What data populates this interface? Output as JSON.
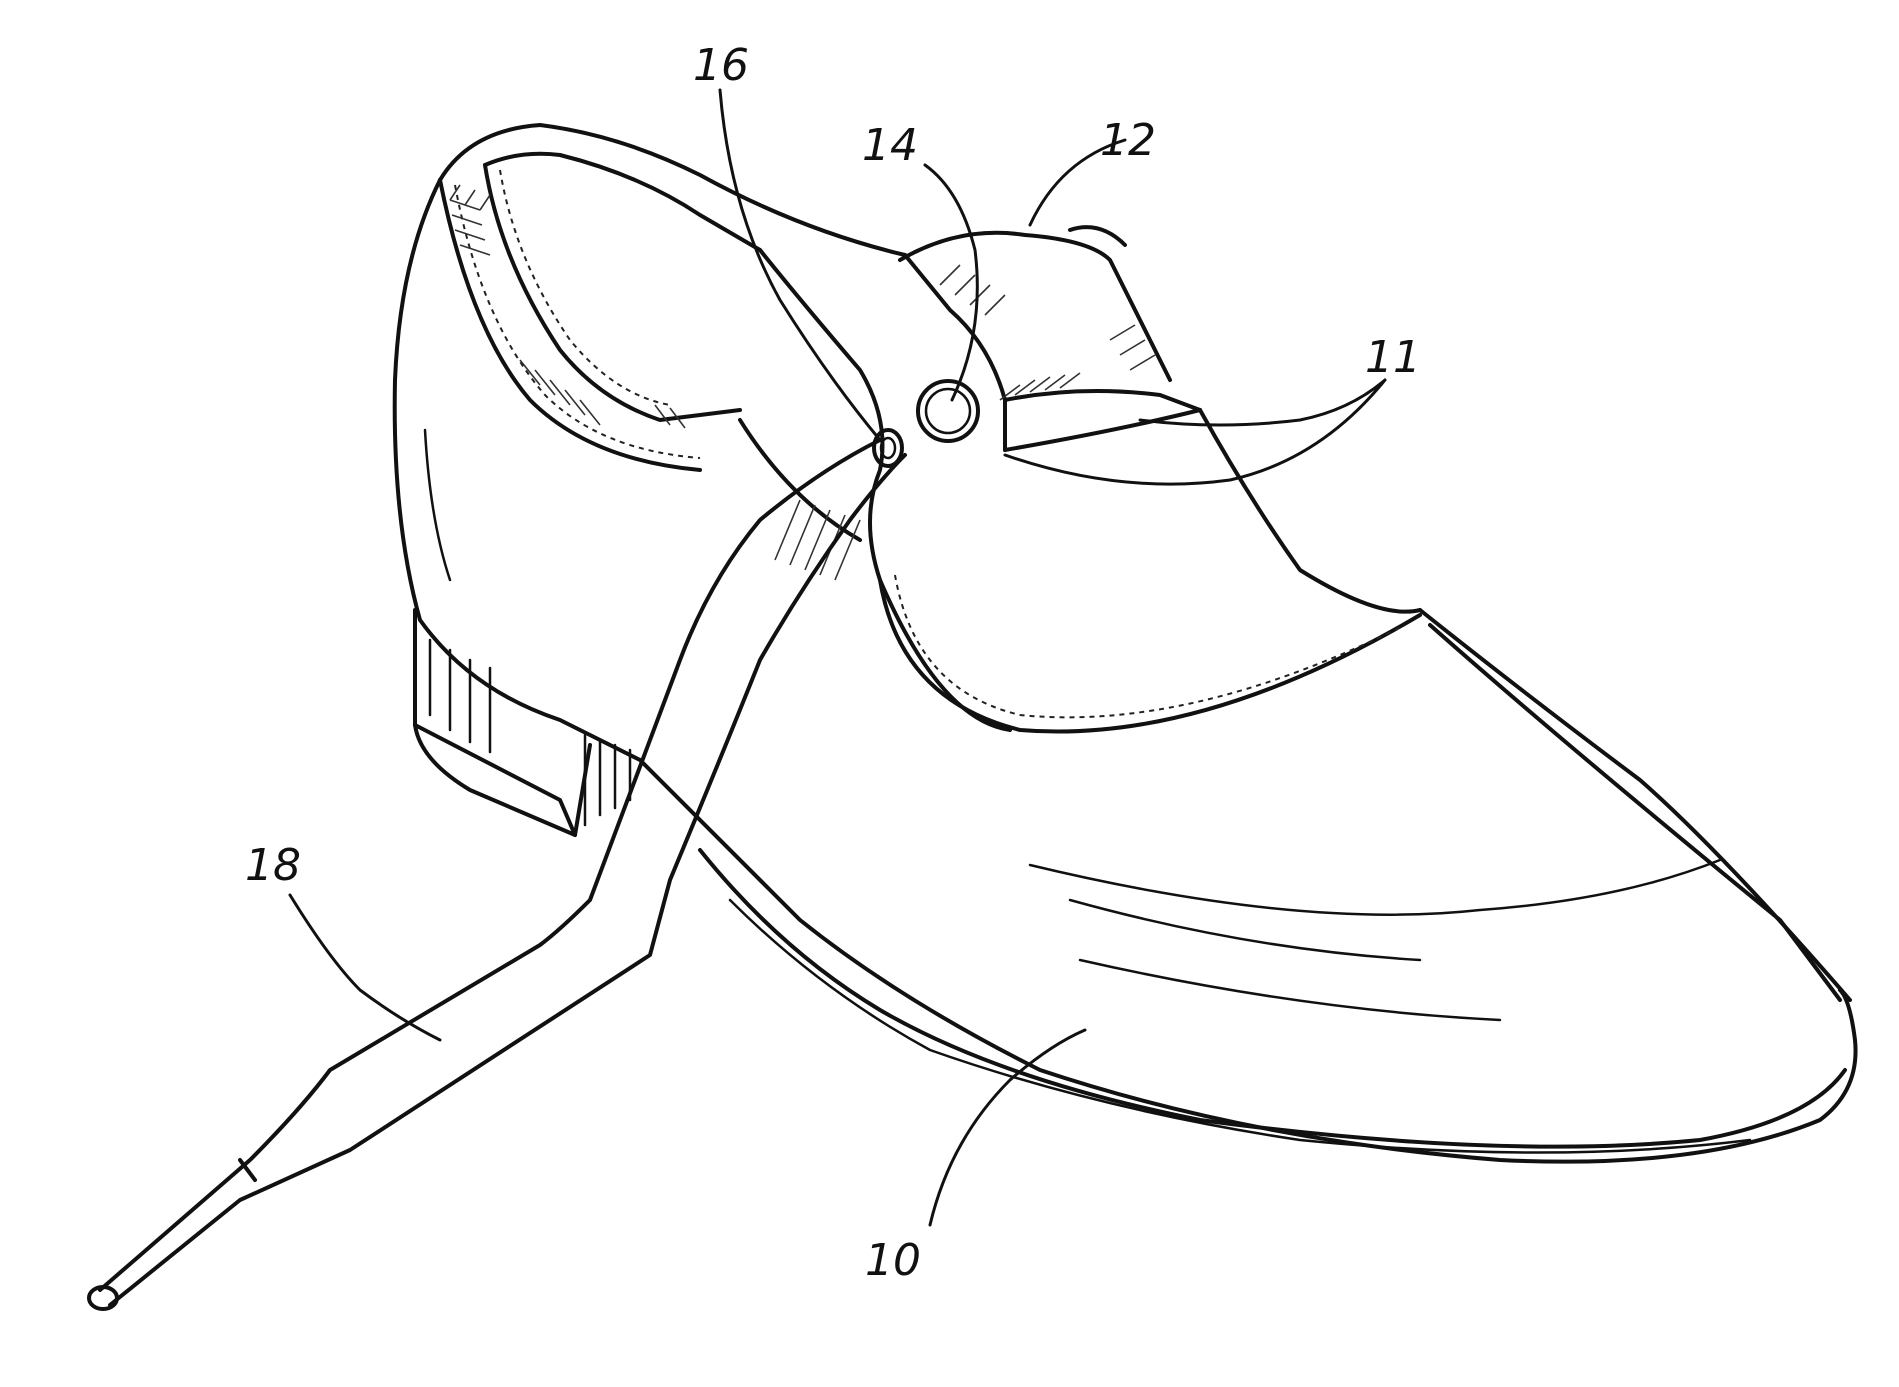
{
  "figure": {
    "reference_numerals": {
      "shoe_body": "10",
      "strap_edge": "11",
      "strap": "12",
      "button": "14",
      "eyelet": "16",
      "lace": "18"
    },
    "colors": {
      "ink": "#111111",
      "paper": "#ffffff"
    }
  }
}
